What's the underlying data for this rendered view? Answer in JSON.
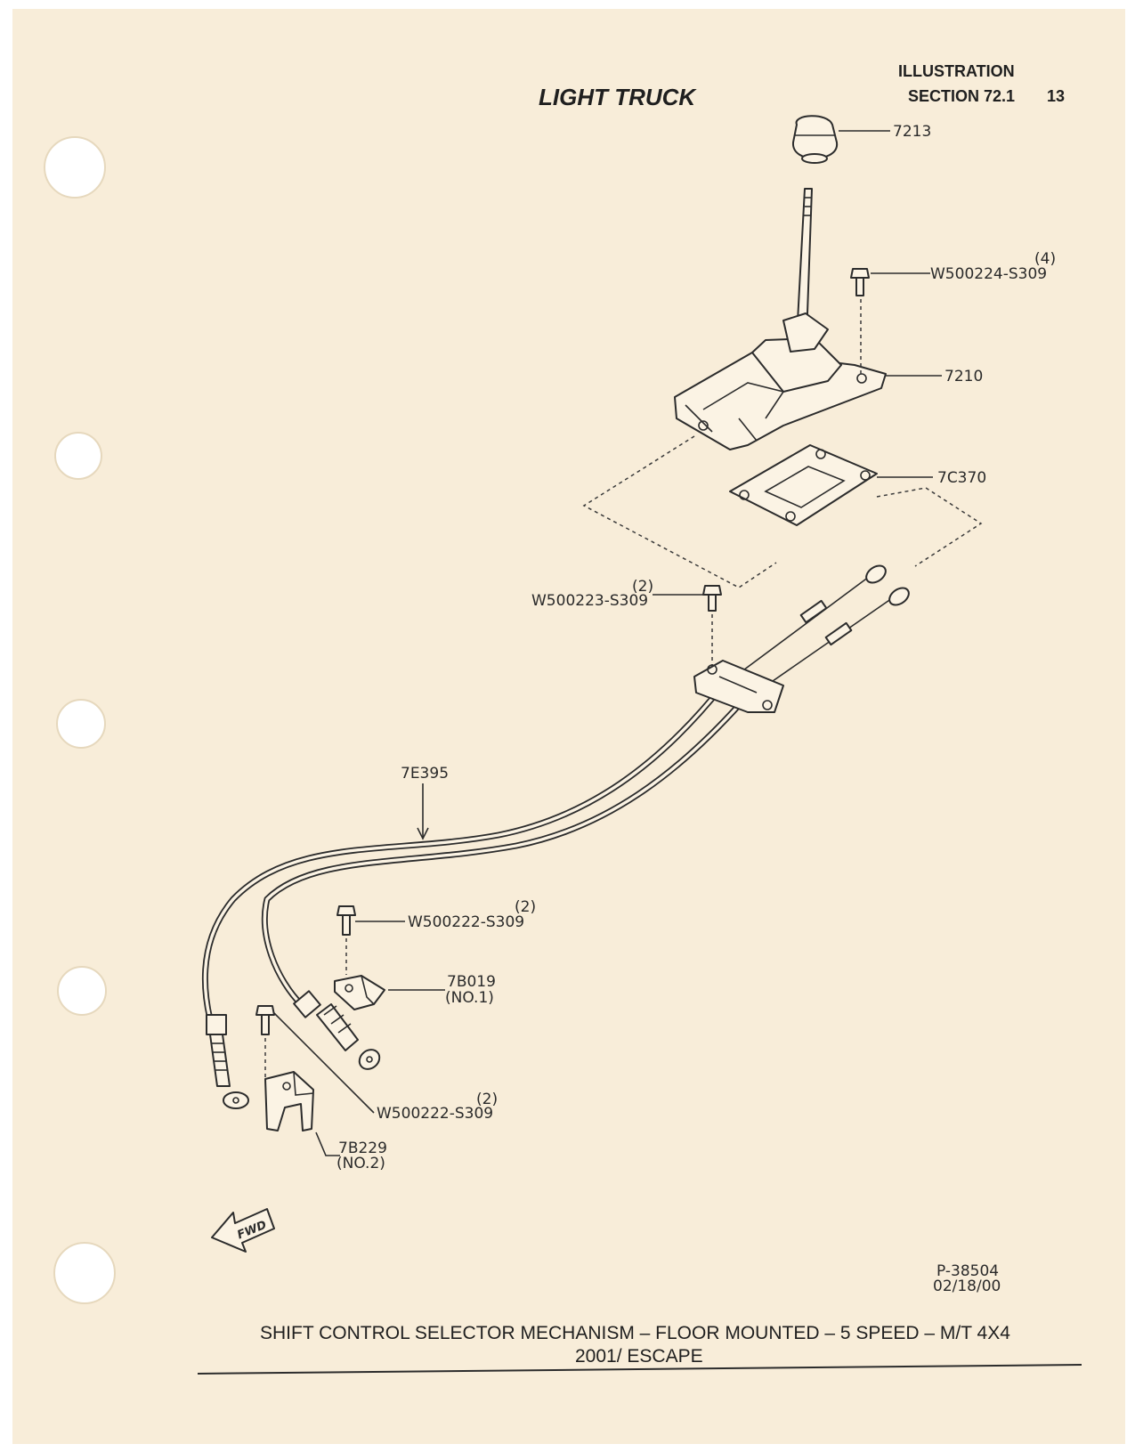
{
  "header": {
    "section_title": "LIGHT TRUCK",
    "illustration_label": "ILLUSTRATION",
    "section_label": "SECTION 72.1",
    "page_number": "13"
  },
  "parts": {
    "knob": "7213",
    "screw_top": "W500224-S309",
    "screw_top_qty": "(4)",
    "shifter_housing": "7210",
    "gasket": "7C370",
    "screw_mid": "W500223-S309",
    "screw_mid_qty": "(2)",
    "cable": "7E395",
    "screw_bracket1": "W500222-S309",
    "screw_bracket1_qty": "(2)",
    "bracket1": "7B019",
    "bracket1_note": "(NO.1)",
    "screw_bracket2": "W500222-S309",
    "screw_bracket2_qty": "(2)",
    "bracket2": "7B229",
    "bracket2_note": "(NO.2)"
  },
  "fwd_label": "FWD",
  "drawing_number": "P-38504",
  "drawing_date": "02/18/00",
  "caption": {
    "line1": "SHIFT CONTROL SELECTOR MECHANISM – FLOOR MOUNTED – 5 SPEED – M/T 4X4",
    "line2": "2001/ ESCAPE"
  },
  "colors": {
    "paper": "#f8edd9",
    "ink": "#2c2c2c",
    "punch_hole": "#ffffff"
  }
}
